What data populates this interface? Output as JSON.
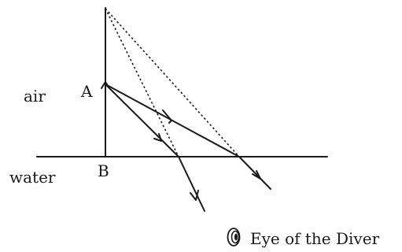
{
  "labels": {
    "air": "air",
    "water": "water",
    "point_a": "A",
    "point_b": "B",
    "eye": "Eye of the Diver"
  },
  "icons": {
    "eye": "eye-icon"
  },
  "colors": {
    "ink": "#1a1a1a",
    "background": "#ffffff"
  }
}
